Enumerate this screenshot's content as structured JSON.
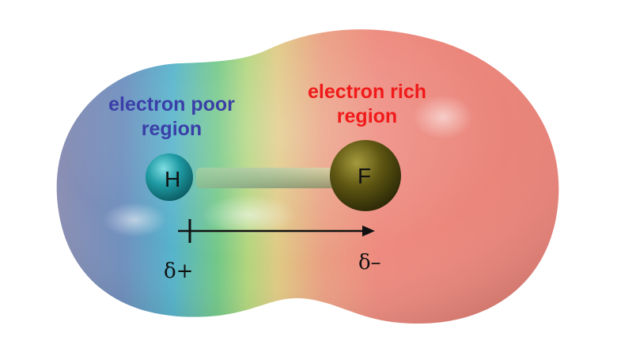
{
  "colors": {
    "poor_label": "#3a3fa8",
    "rich_label": "#f01a1a",
    "hydrogen": "#1f9aa3",
    "fluorine": "#5e5612",
    "arrow": "#111111"
  },
  "labels": {
    "poor_line1": "electron poor",
    "poor_line2": "region",
    "rich_line1": "electron rich",
    "rich_line2": "region"
  },
  "atoms": {
    "h": "H",
    "f": "F"
  },
  "dipole": {
    "positive": "δ+",
    "negative": "δ–"
  },
  "icons": {
    "surface": "electrostatic-potential-surface-shape",
    "arrow": "dipole-arrow-icon"
  }
}
